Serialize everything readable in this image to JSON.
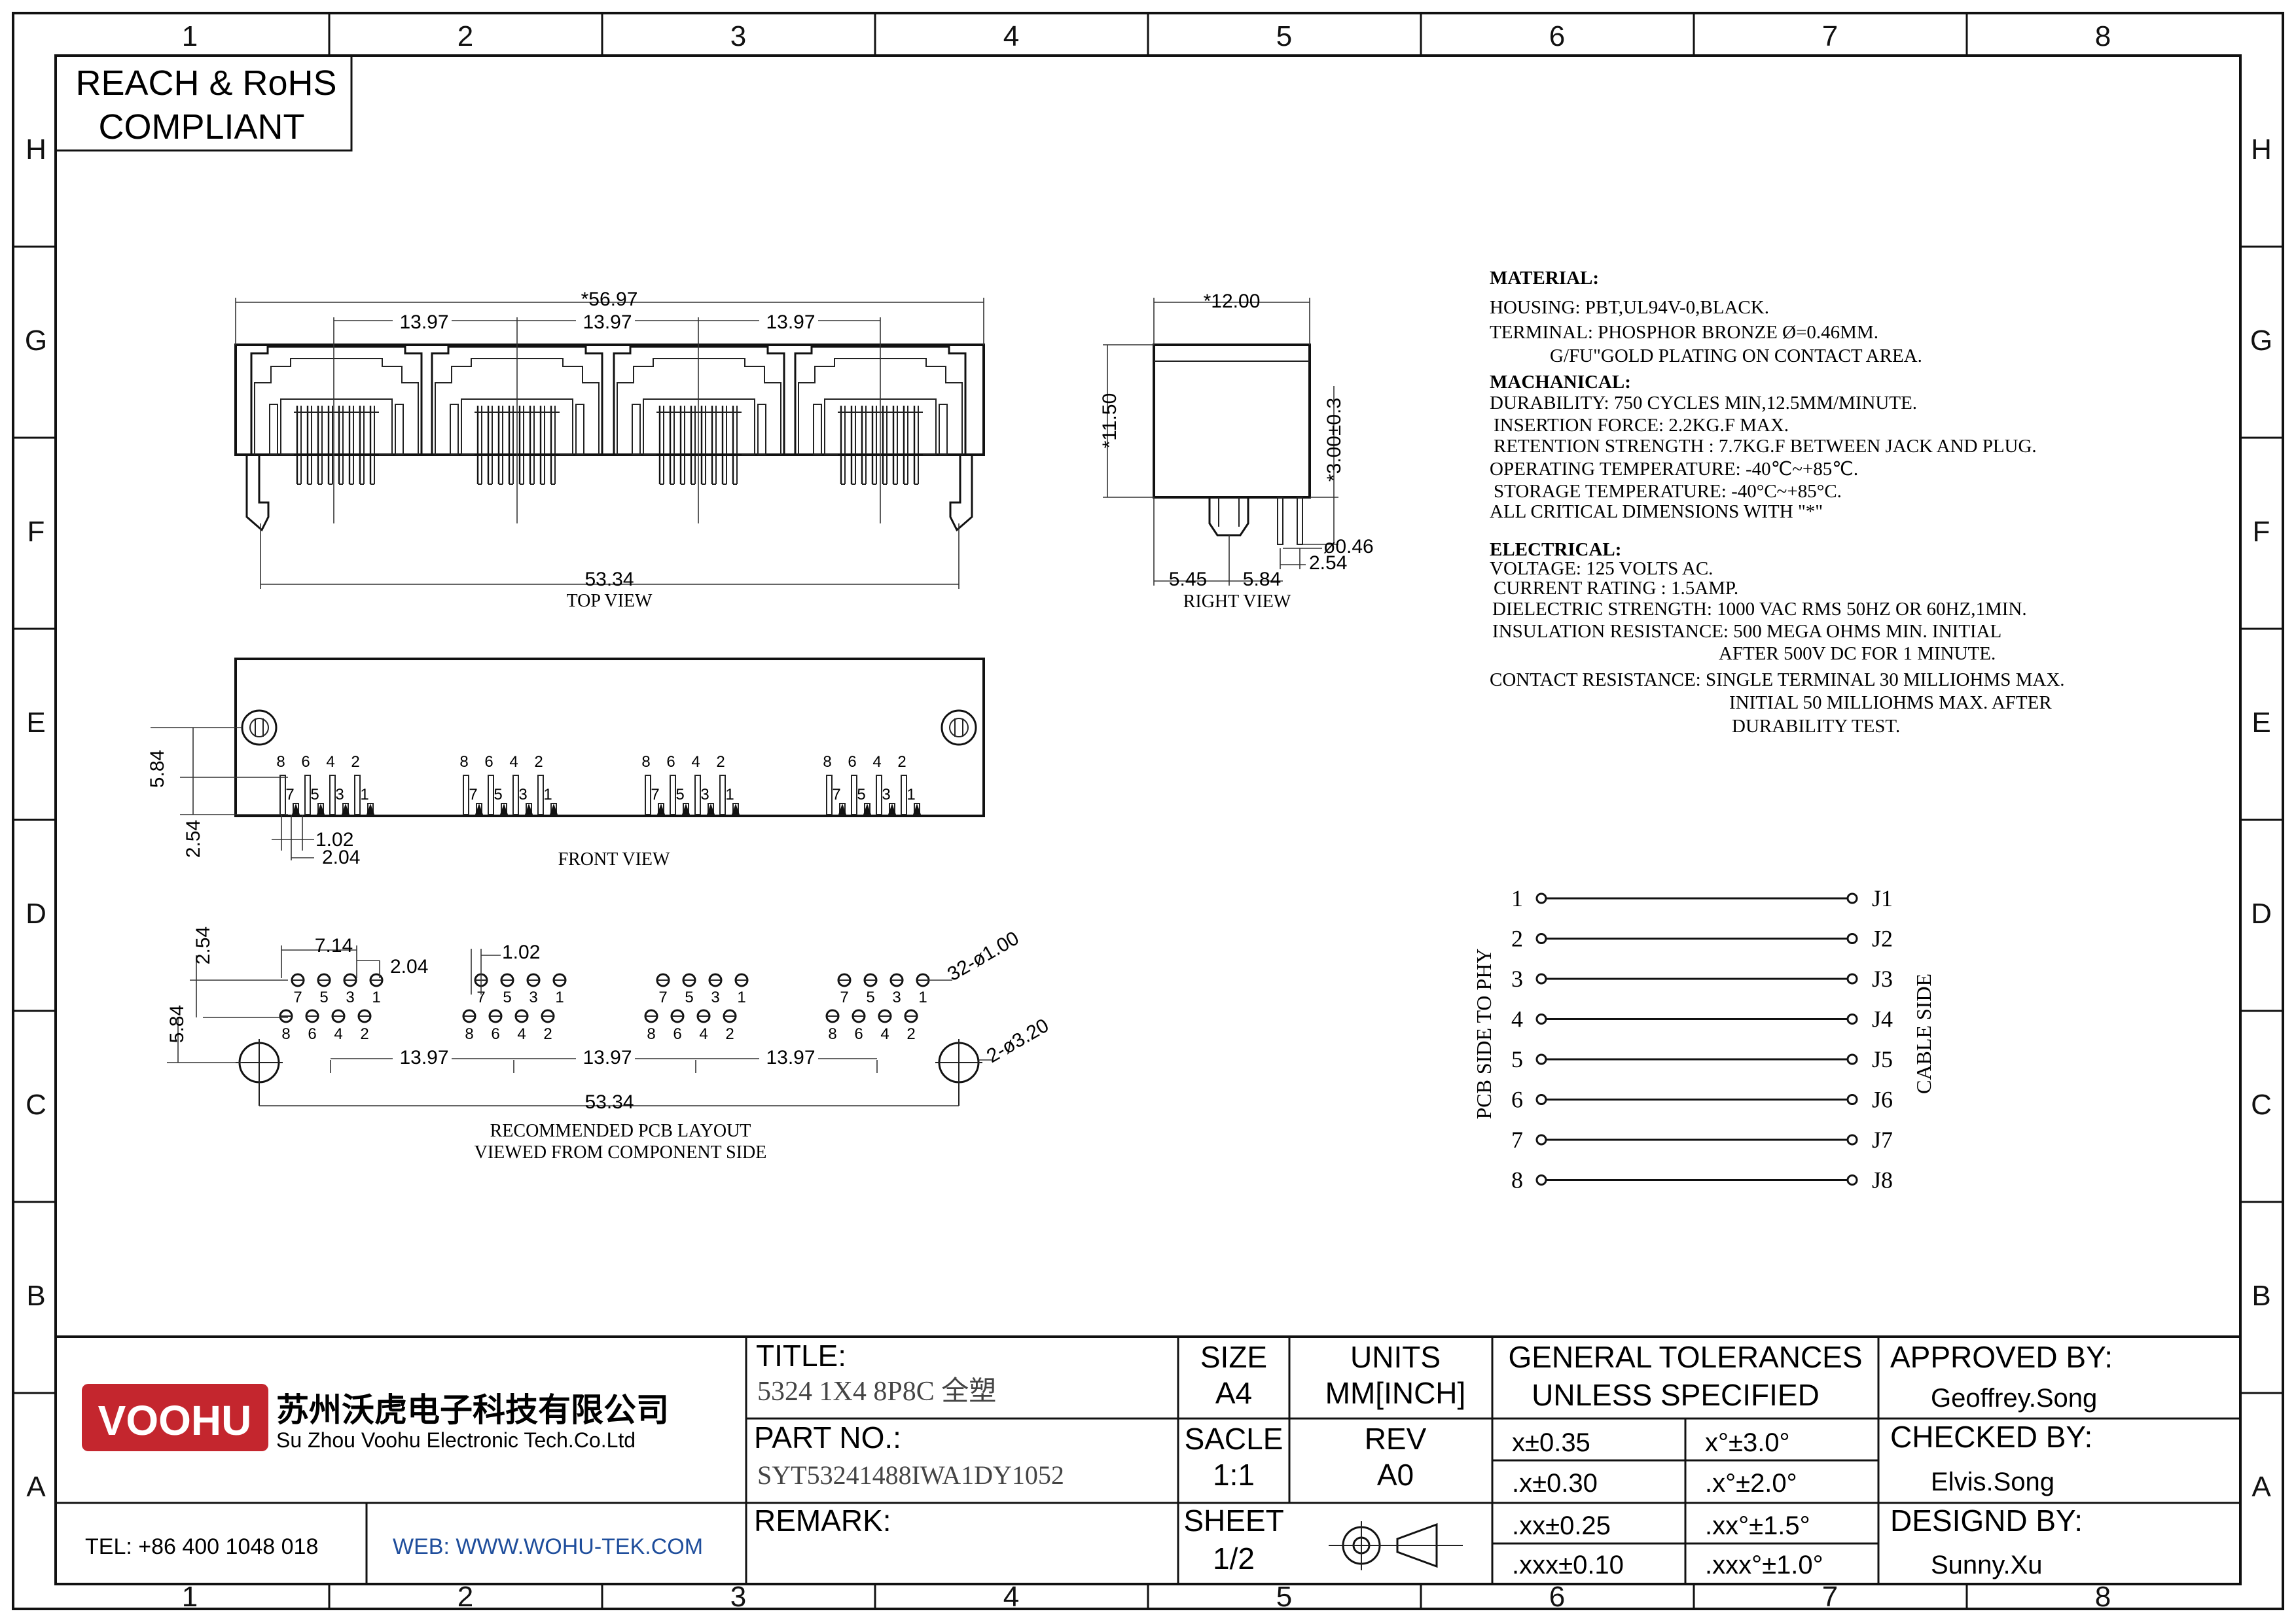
{
  "compliance": {
    "line1": "REACH & RoHS",
    "line2": "COMPLIANT"
  },
  "zones": {
    "cols": [
      "1",
      "2",
      "3",
      "4",
      "5",
      "6",
      "7",
      "8"
    ],
    "rows": [
      "H",
      "G",
      "F",
      "E",
      "D",
      "C",
      "B",
      "A"
    ]
  },
  "top_view": {
    "overall": "*56.97",
    "pitch": [
      "13.97",
      "13.97",
      "13.97"
    ],
    "pin_span": "53.34",
    "label": "TOP VIEW"
  },
  "right_view": {
    "width": "*12.00",
    "height": "*11.50",
    "pin_len": "*3.00±0.3",
    "pin_dia": "ø0.46",
    "pin_pitch": "2.54",
    "d1": "5.45",
    "d2": "5.84",
    "label": "RIGHT VIEW"
  },
  "front_view": {
    "d_vert1": "5.84",
    "d_vert2": "2.54",
    "d_h1": "1.02",
    "d_h2": "2.04",
    "pin_top": [
      "8",
      "6",
      "4",
      "2"
    ],
    "pin_bot": [
      "7",
      "5",
      "3",
      "1"
    ],
    "label": "FRONT VIEW"
  },
  "pcb_layout": {
    "d_71": "7.14",
    "d_204": "2.04",
    "d_102": "1.02",
    "d_254": "2.54",
    "d_584": "5.84",
    "hole_small": "32-ø1.00",
    "hole_big": "2-ø3.20",
    "pitch": [
      "13.97",
      "13.97",
      "13.97"
    ],
    "span": "53.34",
    "pin_top": [
      "7",
      "5",
      "3",
      "1"
    ],
    "pin_bot": [
      "8",
      "6",
      "4",
      "2"
    ],
    "label1": "RECOMMENDED PCB LAYOUT",
    "label2": "VIEWED FROM COMPONENT SIDE"
  },
  "specs": {
    "material_h": "MATERIAL:",
    "material": [
      "HOUSING: PBT,UL94V-0,BLACK.",
      "TERMINAL: PHOSPHOR BRONZE Ø=0.46MM.",
      "G/FU\"GOLD PLATING ON CONTACT AREA."
    ],
    "mech_h": "MACHANICAL:",
    "mech": [
      "DURABILITY: 750 CYCLES MIN,12.5MM/MINUTE.",
      "INSERTION FORCE: 2.2KG.F MAX.",
      "RETENTION STRENGTH : 7.7KG.F BETWEEN JACK AND PLUG.",
      "OPERATING TEMPERATURE: -40℃~+85℃.",
      "STORAGE TEMPERATURE: -40°C~+85°C.",
      "ALL CRITICAL DIMENSIONS WITH \"*\""
    ],
    "elec_h": "ELECTRICAL:",
    "elec": [
      "VOLTAGE: 125 VOLTS AC.",
      "CURRENT RATING : 1.5AMP.",
      "DIELECTRIC STRENGTH: 1000 VAC RMS 50HZ OR 60HZ,1MIN.",
      "INSULATION RESISTANCE: 500 MEGA OHMS MIN. INITIAL",
      "AFTER 500V DC FOR 1 MINUTE.",
      "CONTACT RESISTANCE: SINGLE TERMINAL 30 MILLIOHMS MAX.",
      "INITIAL 50 MILLIOHMS MAX. AFTER",
      "DURABILITY TEST."
    ]
  },
  "schematic": {
    "left": [
      "1",
      "2",
      "3",
      "4",
      "5",
      "6",
      "7",
      "8"
    ],
    "right": [
      "J1",
      "J2",
      "J3",
      "J4",
      "J5",
      "J6",
      "J7",
      "J8"
    ],
    "left_label": "PCB SIDE TO PHY",
    "right_label": "CABLE SIDE"
  },
  "title_block": {
    "logo": "VOOHU",
    "company_cn": "苏州沃虎电子科技有限公司",
    "company_en": "Su Zhou Voohu Electronic Tech.Co.Ltd",
    "tel": "TEL: +86 400 1048 018",
    "web": "WEB: WWW.WOHU-TEK.COM",
    "title_h": "TITLE:",
    "title": "5324 1X4 8P8C 全塑",
    "part_h": "PART NO.:",
    "part": "SYT53241488IWA1DY1052",
    "remark_h": "REMARK:",
    "size_h": "SIZE",
    "size": "A4",
    "units_h": "UNITS",
    "units": "MM[INCH]",
    "scale_h": "SACLE",
    "scale": "1:1",
    "rev_h": "REV",
    "rev": "A0",
    "sheet_h": "SHEET",
    "sheet": "1/2",
    "tol_h1": "GENERAL TOLERANCES",
    "tol_h2": "UNLESS SPECIFIED",
    "tol": [
      [
        "x±0.35",
        "x°±3.0°"
      ],
      [
        ".x±0.30",
        ".x°±2.0°"
      ],
      [
        ".xx±0.25",
        ".xx°±1.5°"
      ],
      [
        ".xxx±0.10",
        ".xxx°±1.0°"
      ]
    ],
    "approved_h": "APPROVED BY:",
    "approved": "Geoffrey.Song",
    "checked_h": "CHECKED BY:",
    "checked": "Elvis.Song",
    "designed_h": "DESIGND BY:",
    "designed": "Sunny.Xu"
  },
  "colors": {
    "logo_red": "#c4262e",
    "web_blue": "#1f4e9c"
  }
}
